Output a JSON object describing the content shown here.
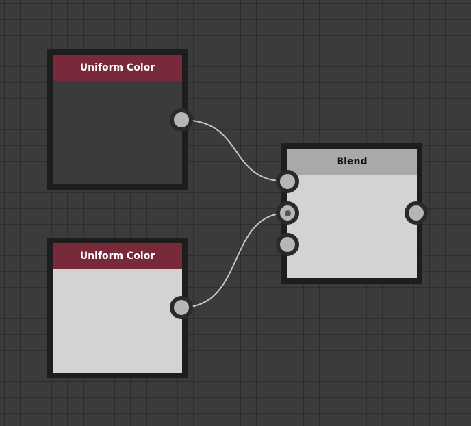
{
  "nodes": {
    "uniform_color_1": {
      "title": "Uniform Color",
      "header_color": "#78293a",
      "body_color": "#3b3b3b",
      "title_color": "#ffffff"
    },
    "uniform_color_2": {
      "title": "Uniform Color",
      "header_color": "#78293a",
      "body_color": "#d3d3d3",
      "title_color": "#ffffff"
    },
    "blend": {
      "title": "Blend",
      "header_color": "#a9a9a9",
      "body_color": "#d3d3d3",
      "title_color": "#111111"
    }
  },
  "connections": [
    {
      "from": "uniform_color_1.output",
      "to": "blend.input_1"
    },
    {
      "from": "uniform_color_2.output",
      "to": "blend.input_2"
    }
  ],
  "colors": {
    "canvas": "#3b3b3b",
    "node_border": "#1d1d1d",
    "port_fill": "#b6b6b6",
    "port_ring": "#2a2a2a",
    "wire": "#c8c8c8"
  }
}
